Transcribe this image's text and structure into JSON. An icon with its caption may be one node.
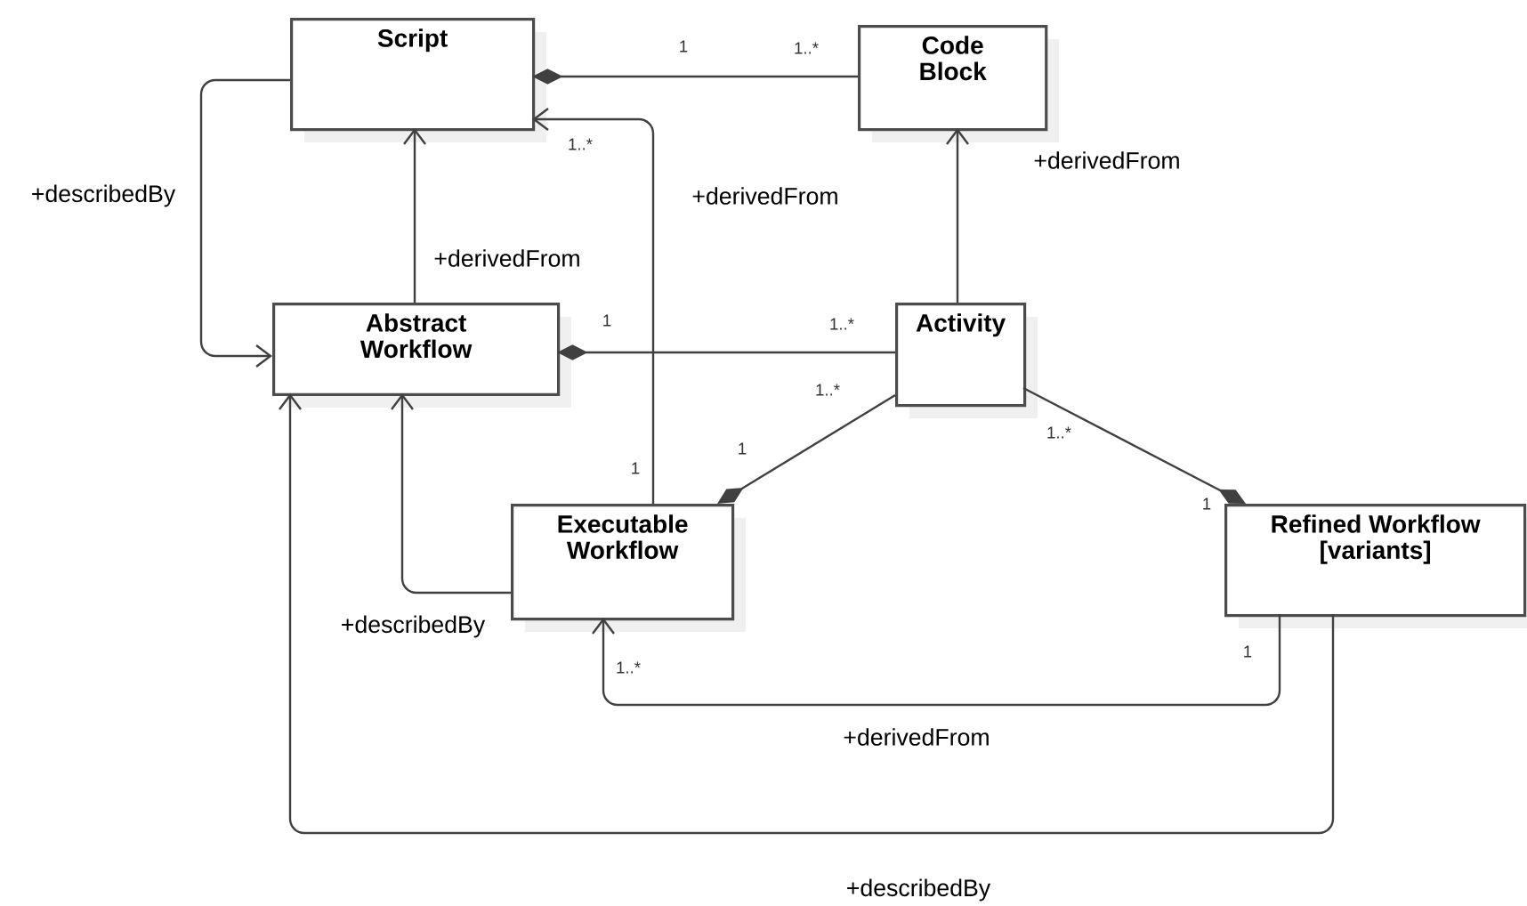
{
  "diagram": {
    "nodes": [
      {
        "text": [
          "Script"
        ]
      },
      {
        "text": [
          "Code Block"
        ]
      },
      {
        "text": [
          "Abstract Workflow"
        ]
      },
      {
        "text": [
          "Activity"
        ]
      },
      {
        "text": [
          "Executable Workflow"
        ]
      },
      {
        "text": [
          "Refined Workflow [variants]"
        ]
      }
    ],
    "edges": [
      {
        "from": 1,
        "to": 0,
        "arrow": "other"
      },
      {
        "from": 0,
        "to": 2,
        "arrow": "to",
        "label": "+describedBy"
      },
      {
        "from": 2,
        "to": 0,
        "arrow": "to",
        "label": "+derivedFrom"
      },
      {
        "from": 3,
        "to": 2,
        "arrow": "other"
      },
      {
        "from": 3,
        "to": 1,
        "arrow": "to",
        "label": "+derivedFrom"
      },
      {
        "from": 4,
        "to": 0,
        "arrow": "to",
        "label": "+derivedFrom"
      },
      {
        "from": 3,
        "to": 4,
        "arrow": "other"
      },
      {
        "from": 3,
        "to": 5,
        "arrow": "other"
      },
      {
        "from": 4,
        "to": 2,
        "arrow": "to",
        "label": "+describedBy"
      },
      {
        "from": 5,
        "to": 4,
        "arrow": "to",
        "label": "+derivedFrom"
      },
      {
        "from": 5,
        "to": 2,
        "arrow": "to",
        "label": "+describedBy"
      }
    ],
    "labels": [
      "1",
      "1..*",
      "1..*",
      "1",
      "1..*",
      "1..*",
      "1..*",
      "1",
      "1",
      "1",
      "1",
      "1..*"
    ]
  }
}
